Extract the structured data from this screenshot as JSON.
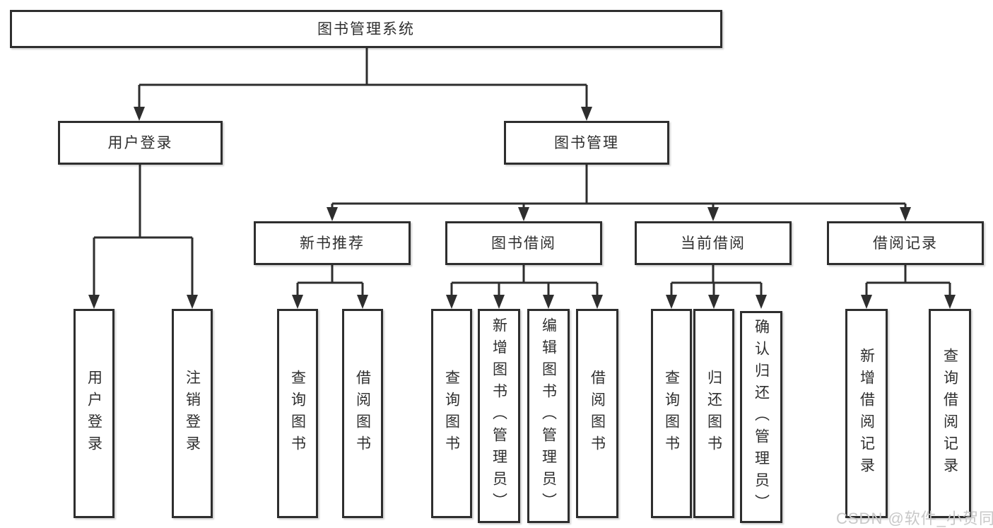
{
  "diagram": {
    "root": {
      "label": "图书管理系统"
    },
    "level2": [
      {
        "id": "user-login",
        "label": "用户登录"
      },
      {
        "id": "book-management",
        "label": "图书管理"
      }
    ],
    "level3": [
      {
        "id": "new-book-recommend",
        "label": "新书推荐"
      },
      {
        "id": "book-borrowing",
        "label": "图书借阅"
      },
      {
        "id": "current-borrowing",
        "label": "当前借阅"
      },
      {
        "id": "borrowing-records",
        "label": "借阅记录"
      }
    ],
    "leaves": [
      {
        "id": "user-login-leaf",
        "label": "用户登录"
      },
      {
        "id": "logout",
        "label": "注销登录"
      },
      {
        "id": "query-books-recommend",
        "label": "查询图书"
      },
      {
        "id": "borrow-books-recommend",
        "label": "借阅图书"
      },
      {
        "id": "query-books-borrow",
        "label": "查询图书"
      },
      {
        "id": "add-books-admin",
        "label": "新增图书（管理员）"
      },
      {
        "id": "edit-books-admin",
        "label": "编辑图书（管理员）"
      },
      {
        "id": "borrow-books",
        "label": "借阅图书"
      },
      {
        "id": "query-books-current",
        "label": "查询图书"
      },
      {
        "id": "return-books",
        "label": "归还图书"
      },
      {
        "id": "confirm-return-admin",
        "label": "确认归还（管理员）"
      },
      {
        "id": "add-borrow-record",
        "label": "新增借阅记录"
      },
      {
        "id": "query-borrow-record",
        "label": "查询借阅记录"
      }
    ]
  },
  "watermark": "CSDN @软件_小贺同学",
  "colors": {
    "line": "#2e2e2e",
    "box_border": "#2e2e2e",
    "box_background": "#ffffff",
    "text": "#2f2f2f",
    "watermark": "#c8c8c8"
  }
}
